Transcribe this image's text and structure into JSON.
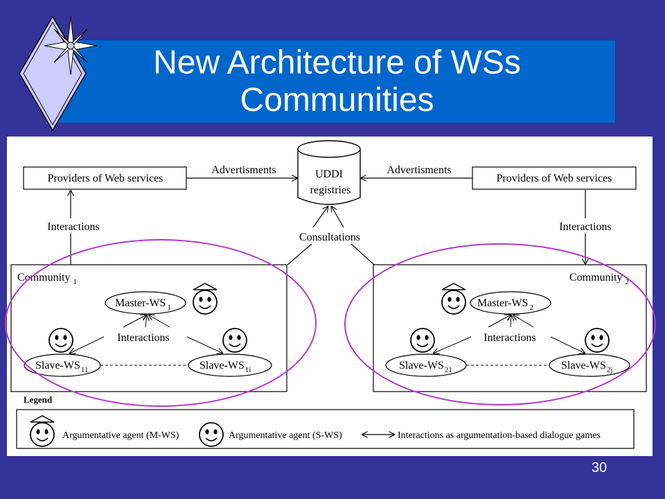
{
  "slide": {
    "title_line1": "New Architecture of WSs",
    "title_line2": "Communities",
    "page_number": "30",
    "colors": {
      "background": "#333399",
      "title_bar": "#0066CC",
      "highlight": "#B03AC8"
    }
  },
  "diagram": {
    "providers_left": "Providers of Web services",
    "providers_right": "Providers of Web services",
    "advertisments_left": "Advertisments",
    "advertisments_right": "Advertisments",
    "uddi_line1": "UDDI",
    "uddi_line2": "registries",
    "consultations": "Consultations",
    "interactions_left": "Interactions",
    "interactions_right": "Interactions",
    "community1": {
      "label": "Community",
      "sub": "1",
      "master": "Master-WS",
      "master_sub": "1",
      "interactions": "Interactions",
      "slave_a": "Slave-WS",
      "slave_a_sub": "11",
      "slave_b": "Slave-WS",
      "slave_b_sub": "1i"
    },
    "community2": {
      "label": "Community",
      "sub": "2",
      "master": "Master-WS",
      "master_sub": "2",
      "interactions": "Interactions",
      "slave_a": "Slave-WS",
      "slave_a_sub": "21",
      "slave_b": "Slave-WS",
      "slave_b_sub": "2j"
    },
    "legend": {
      "title": "Legend",
      "item_mws": "Argumentative agent (M-WS)",
      "item_sws": "Argumentative agent (S-WS)",
      "item_arrow": "Interactions as argumentation-based dialogue games"
    }
  }
}
